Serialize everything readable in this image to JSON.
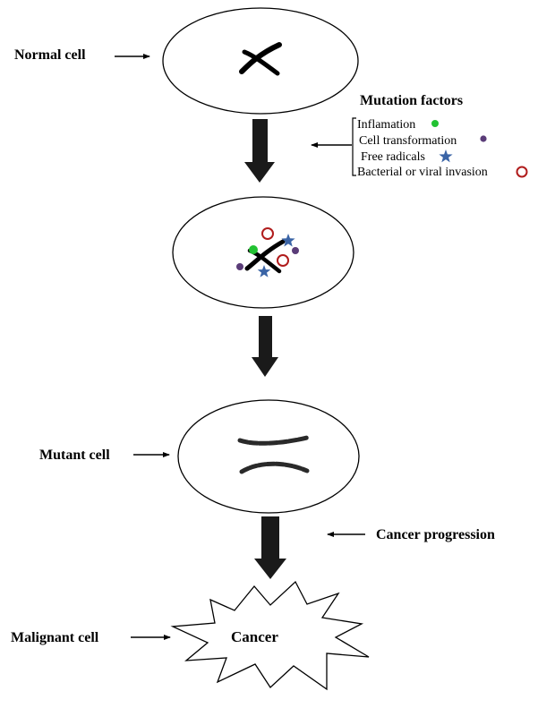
{
  "labels": {
    "normal_cell": "Normal cell",
    "mutant_cell": "Mutant cell",
    "malignant_cell": "Malignant cell",
    "cancer_progression": "Cancer progression",
    "cancer": "Cancer"
  },
  "mutation_factors": {
    "title": "Mutation factors",
    "items": [
      {
        "label": "Inflamation",
        "marker": "green-dot",
        "color": "#22c232"
      },
      {
        "label": "Cell transformation",
        "marker": "purple-dot",
        "color": "#5a3c78"
      },
      {
        "label": "Free radicals",
        "marker": "blue-star",
        "color": "#3a64a6"
      },
      {
        "label": "Bacterial or viral invasion",
        "marker": "red-ring",
        "color": "#b01c1c"
      }
    ]
  }
}
